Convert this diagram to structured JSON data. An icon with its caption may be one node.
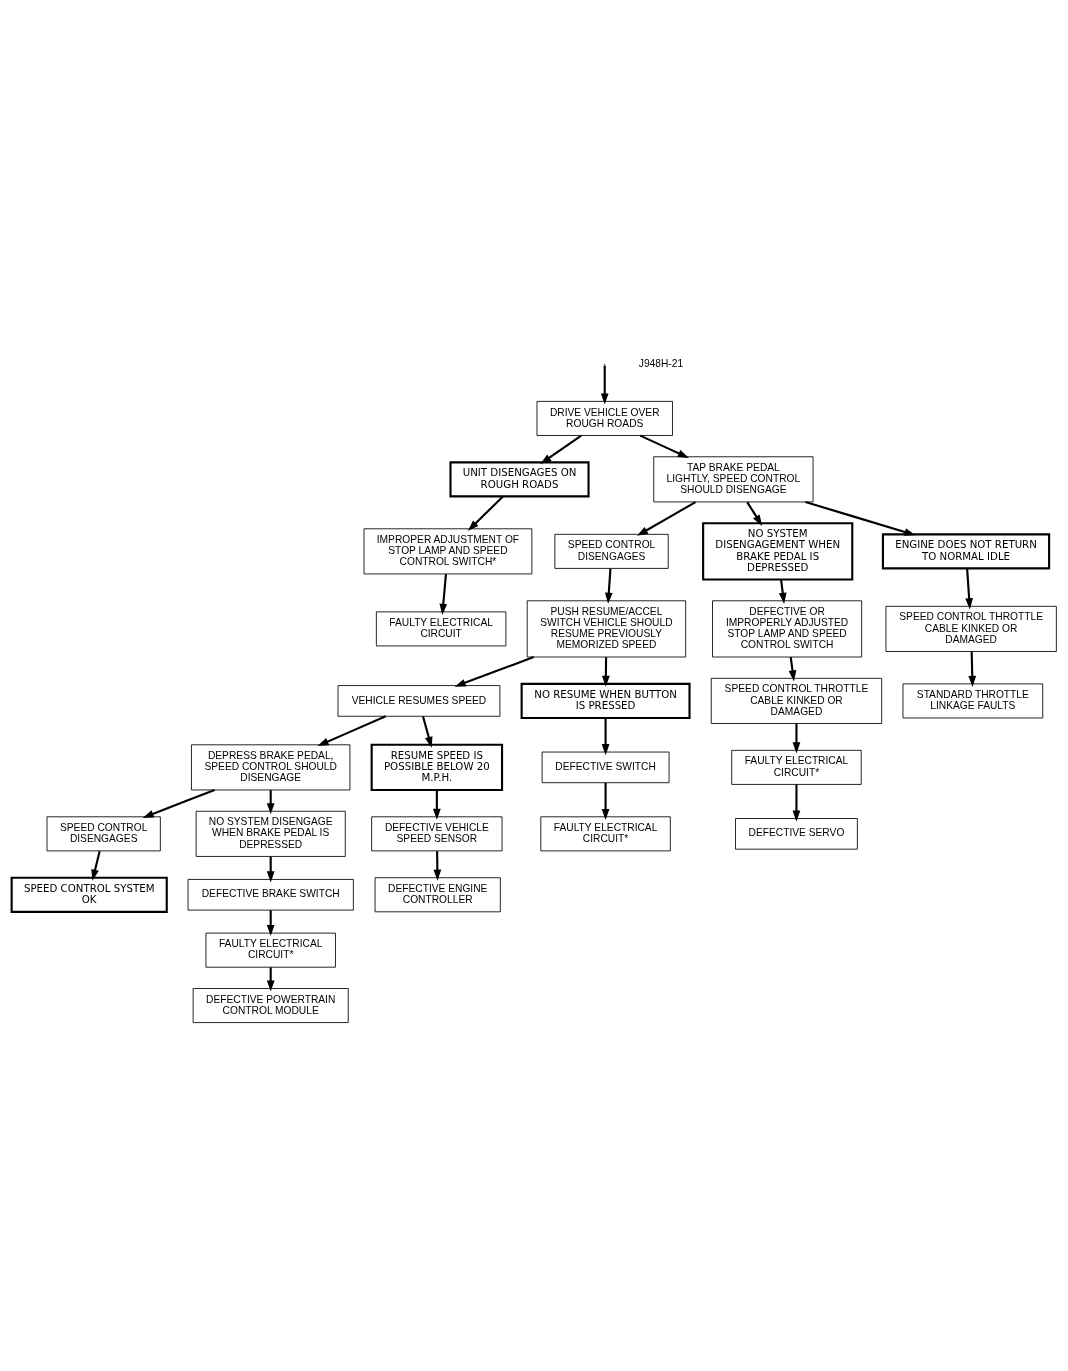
{
  "diagram": {
    "nodes": [
      {
        "text": [
          "DRIVE VEHICLE OVER ROUGH ROADS"
        ]
      },
      {
        "text": [
          "UNIT DISENGAGES ON ROUGH ROADS"
        ]
      },
      {
        "text": [
          "TAP BRAKE PEDAL LIGHTLY, SPEED CONTROL SHOULD DISENGAGE"
        ]
      },
      {
        "text": [
          "IMPROPER ADJUSTMENT OF STOP LAMP AND SPEED CONTROL SWITCH*"
        ]
      },
      {
        "text": [
          "SPEED CONTROL DISENGAGES"
        ]
      },
      {
        "text": [
          "NO SYSTEM DISENGAGEMENT WHEN BRAKE PEDAL IS DEPRESSED"
        ]
      },
      {
        "text": [
          "FAULTY ELECTRICAL CIRCUIT"
        ]
      },
      {
        "text": [
          "PUSH RESUME/ACCEL SWITCH VEHICLE SHOULD RESUME PREVIOUSLY MEMORIZED SPEED"
        ]
      },
      {
        "text": [
          "DEFECTIVE OR IMPROPERLY ADJUSTED STOP LAMP AND SPEED CONTROL SWITCH"
        ]
      },
      {
        "text": [
          "ENGINE DOES NOT RETURN TO NORMAL IDLE"
        ]
      },
      {
        "text": [
          "SPEED CONTROL THROTTLE CABLE KINKED OR DAMAGED"
        ]
      },
      {
        "text": [
          "VEHICLE RESUMES SPEED"
        ]
      },
      {
        "text": [
          "SPEED CONTROL THROTTLE CABLE KINKED OR DAMAGED"
        ]
      },
      {
        "text": [
          "FAULTY ELECTRICAL CIRCUIT*"
        ]
      },
      {
        "text": [
          "DEPRESS BRAKE PEDAL, SPEED CONTROL SHOULD DISENGAGE"
        ]
      },
      {
        "text": [
          "STANDARD THROTTLE LINKAGE FAULTS"
        ]
      },
      {
        "text": [
          "DEFECTIVE SERVO"
        ]
      },
      {
        "text": [
          "SPEED CONTROL DISENGAGES"
        ]
      },
      {
        "text": [
          "NO SYSTEM DISENGAGE WHEN BRAKE PEDAL IS DEPRESSED"
        ]
      },
      {
        "text": [
          "RESUME SPEED IS POSSIBLE BELOW 20 M.P.H."
        ]
      },
      {
        "text": [
          "NO RESUME WHEN BUTTON IS PRESSED"
        ]
      },
      {
        "text": [
          "DEFECTIVE BRAKE SWITCH"
        ]
      },
      {
        "text": [
          "DEFECTIVE VEHICLE SPEED SENSOR"
        ]
      },
      {
        "text": [
          "DEFECTIVE SWITCH"
        ]
      },
      {
        "text": [
          "FAULTY ELECTRICAL CIRCUIT*"
        ]
      },
      {
        "text": [
          "DEFECTIVE ENGINE CONTROLLER"
        ]
      },
      {
        "text": [
          "FAULTY ELECTRICAL CIRCUIT*"
        ]
      },
      {
        "text": [
          "SPEED CONTROL SYSTEM OK"
        ]
      },
      {
        "text": [
          "DEFECTIVE POWERTRAIN CONTROL MODULE"
        ]
      }
    ],
    "edges": [
      {
        "from": null,
        "to": 0,
        "arrow": "to"
      },
      {
        "from": 0,
        "to": 1,
        "arrow": "to"
      },
      {
        "from": 0,
        "to": 2,
        "arrow": "to"
      },
      {
        "from": 1,
        "to": 3,
        "arrow": "to"
      },
      {
        "from": 3,
        "to": 6,
        "arrow": "to"
      },
      {
        "from": 2,
        "to": 4,
        "arrow": "to"
      },
      {
        "from": 2,
        "to": 5,
        "arrow": "to"
      },
      {
        "from": 2,
        "to": 9,
        "arrow": "to"
      },
      {
        "from": 5,
        "to": 8,
        "arrow": "to"
      },
      {
        "from": 8,
        "to": 10,
        "arrow": "to"
      },
      {
        "from": 10,
        "to": 13,
        "arrow": "to"
      },
      {
        "from": 13,
        "to": 16,
        "arrow": "to"
      },
      {
        "from": 4,
        "to": 7,
        "arrow": "to"
      },
      {
        "from": 7,
        "to": 11,
        "arrow": "to"
      },
      {
        "from": 7,
        "to": 20,
        "arrow": "to"
      },
      {
        "from": 9,
        "to": 12,
        "arrow": "to"
      },
      {
        "from": 12,
        "to": 15,
        "arrow": "to"
      },
      {
        "from": 11,
        "to": 14,
        "arrow": "to"
      },
      {
        "from": 11,
        "to": 19,
        "arrow": "to"
      },
      {
        "from": 14,
        "to": 17,
        "arrow": "to"
      },
      {
        "from": 14,
        "to": 18,
        "arrow": "to"
      },
      {
        "from": 17,
        "to": 27,
        "arrow": "to"
      },
      {
        "from": 18,
        "to": 21,
        "arrow": "to"
      },
      {
        "from": 21,
        "to": 24,
        "arrow": "to"
      },
      {
        "from": 24,
        "to": 28,
        "arrow": "to"
      },
      {
        "from": 19,
        "to": 22,
        "arrow": "to"
      },
      {
        "from": 22,
        "to": 25,
        "arrow": "to"
      },
      {
        "from": 20,
        "to": 23,
        "arrow": "to"
      },
      {
        "from": 23,
        "to": 26,
        "arrow": "to"
      }
    ],
    "labels": [
      "J948H-21"
    ]
  }
}
